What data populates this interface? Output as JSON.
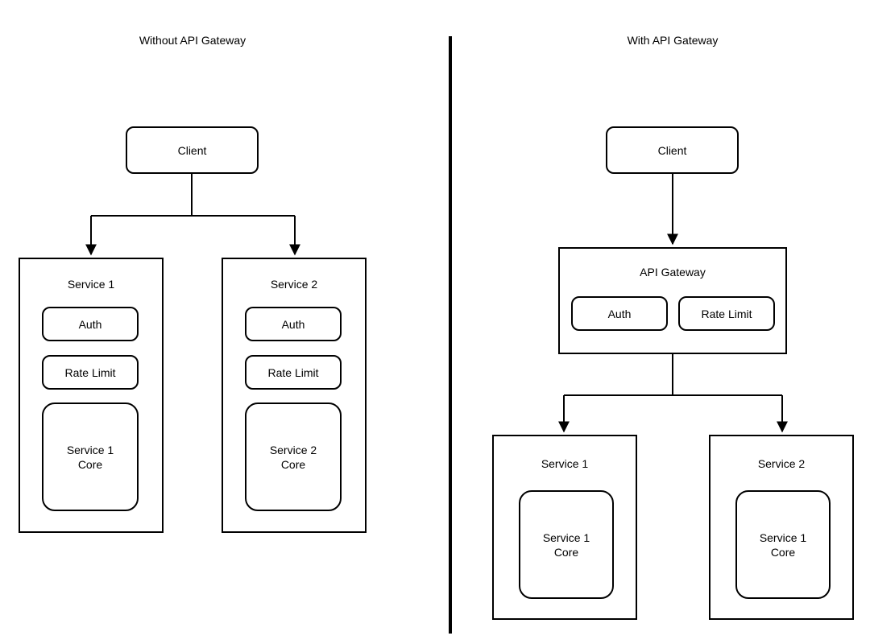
{
  "diagram": {
    "title_left": "Without API Gateway",
    "title_right": "With API Gateway",
    "divider": {
      "name": "vertical-divider",
      "color": "#000000"
    },
    "stroke_color": "#000000",
    "background_color": "#ffffff"
  },
  "left_panel": {
    "client": {
      "label": "Client"
    },
    "services": [
      {
        "title": "Service 1",
        "auth": "Auth",
        "rate_limit": "Rate Limit",
        "core_line1": "Service 1",
        "core_line2": "Core"
      },
      {
        "title": "Service 2",
        "auth": "Auth",
        "rate_limit": "Rate Limit",
        "core_line1": "Service 2",
        "core_line2": "Core"
      }
    ]
  },
  "right_panel": {
    "client": {
      "label": "Client"
    },
    "gateway": {
      "title": "API Gateway",
      "auth": "Auth",
      "rate_limit": "Rate Limit"
    },
    "services": [
      {
        "title": "Service 1",
        "core_line1": "Service 1",
        "core_line2": "Core"
      },
      {
        "title": "Service 2",
        "core_line1": "Service 1",
        "core_line2": "Core"
      }
    ]
  },
  "connectors": {
    "left_client_to_services": "branching-connector",
    "right_client_to_gateway": "straight-arrow",
    "right_gateway_to_services": "branching-connector"
  }
}
